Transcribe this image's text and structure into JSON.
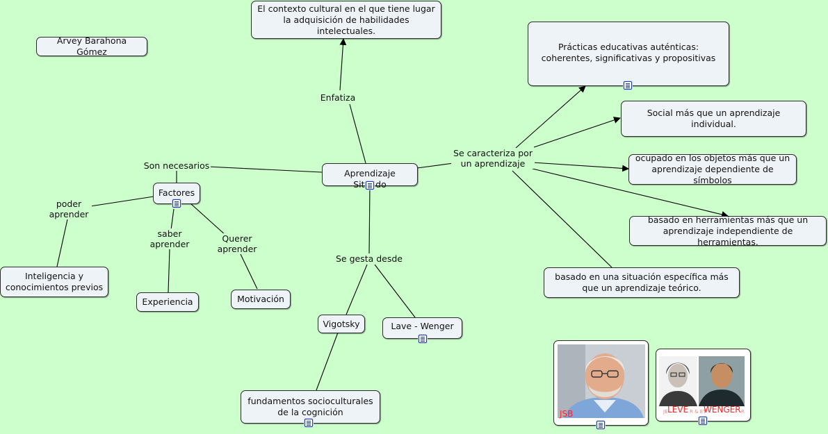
{
  "author": "Arvey Barahona Gómez",
  "central": "Aprendizaje Situado",
  "nodes": {
    "contexto": "El contexto cultural en el que tiene lugar la adquisición de habilidades intelectuales.",
    "practicas": "Prácticas educativas auténticas: coherentes, significativas y propositivas",
    "social": "Social más que un aprendizaje individual.",
    "objetos": "ocupado en los objetos más que un aprendizaje dependiente de símbolos",
    "herramientas": "basado en herramientas más que un aprendizaje independiente de herramientas.",
    "situacion": "basado en una situación específica más que un aprendizaje teórico.",
    "factores": "Factores",
    "inteligencia": "Inteligencia y conocimientos previos",
    "experiencia": "Experiencia",
    "motivacion": "Motivación",
    "vigotsky": "Vigotsky",
    "lave": "Lave -  Wenger",
    "fundamentos": "fundamentos socioculturales de la cognición"
  },
  "link_labels": {
    "enfatiza": "Enfatiza",
    "son_necesarios": "Son necesarios",
    "caracteriza": "Se caracteriza por un aprendizaje",
    "se_gesta": "Se gesta desde",
    "poder": "poder aprender",
    "saber": "saber aprender",
    "querer": "Querer aprender"
  },
  "photos": {
    "jsb_caption": "JSB",
    "leve_caption": "LEVE",
    "wenger_caption": "WENGER"
  },
  "colors": {
    "background": "#ccffcc",
    "node_fill": "#eef3f8",
    "caption_red": "#ff2222"
  }
}
